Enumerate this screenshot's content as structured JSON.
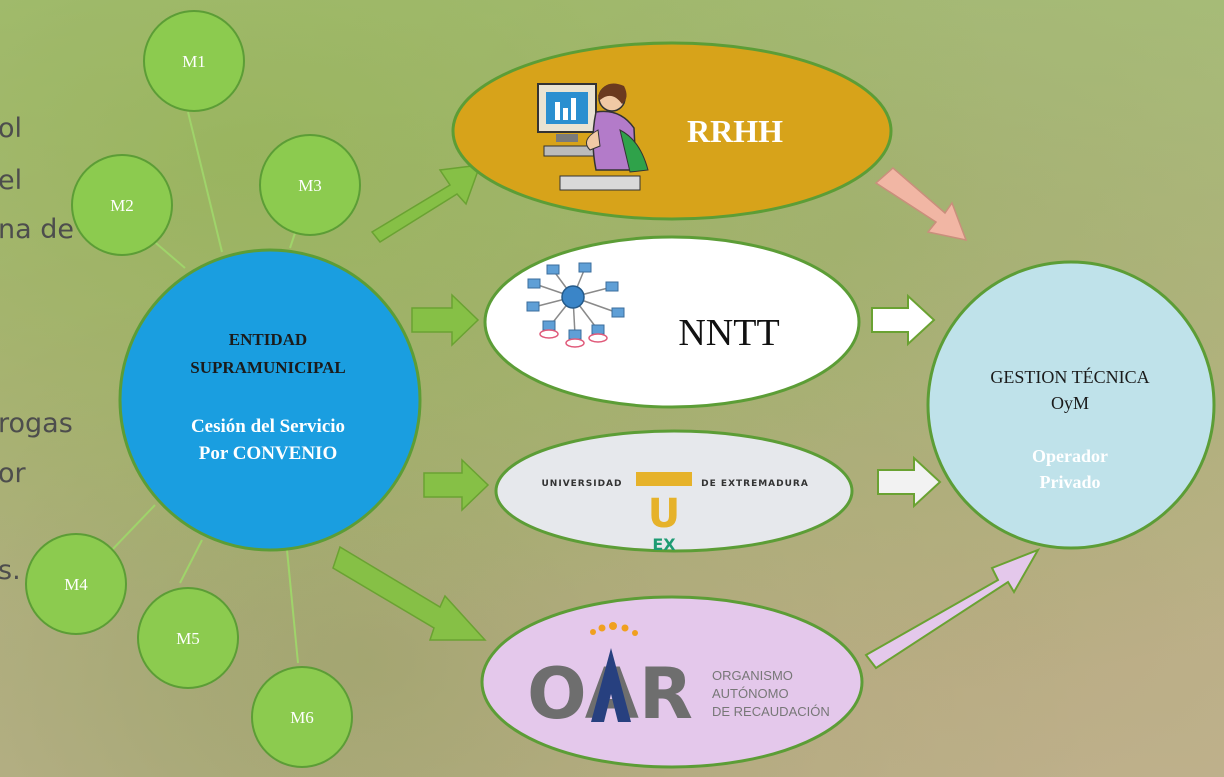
{
  "background_text": [
    "ol",
    "el",
    "na de",
    "rogas",
    "or",
    "s."
  ],
  "satellites": [
    "M1",
    "M2",
    "M3",
    "M4",
    "M5",
    "M6"
  ],
  "center": {
    "line1": "ENTIDAD",
    "line2": "SUPRAMUNICIPAL",
    "line3": "Cesión del Servicio",
    "line4": "Por CONVENIO"
  },
  "nodes": {
    "rrhh": "RRHH",
    "nntt": "NNTT",
    "uex": {
      "left": "UNIVERSIDAD",
      "right": "DE EXTREMADURA",
      "u": "U",
      "ex": "EX"
    },
    "oar": {
      "logo": "OAR",
      "line1": "ORGANISMO",
      "line2": "AUTÓNOMO",
      "line3": "DE RECAUDACIÓN"
    }
  },
  "target": {
    "line1": "GESTION TÉCNICA",
    "line2": "OyM",
    "line3": "Operador",
    "line4": "Privado"
  },
  "colors": {
    "satellite": "#8ccb4f",
    "center": "#1a9ee0",
    "rrhh": "#d7a31a",
    "nntt": "#ffffff",
    "uex": "#e6e8ec",
    "oar": "#e4c8eb",
    "target": "#bfe2ea",
    "arrow_green": "#86c046",
    "arrow_pink": "#f1b6a4",
    "arrow_purple": "#e4c8eb"
  }
}
